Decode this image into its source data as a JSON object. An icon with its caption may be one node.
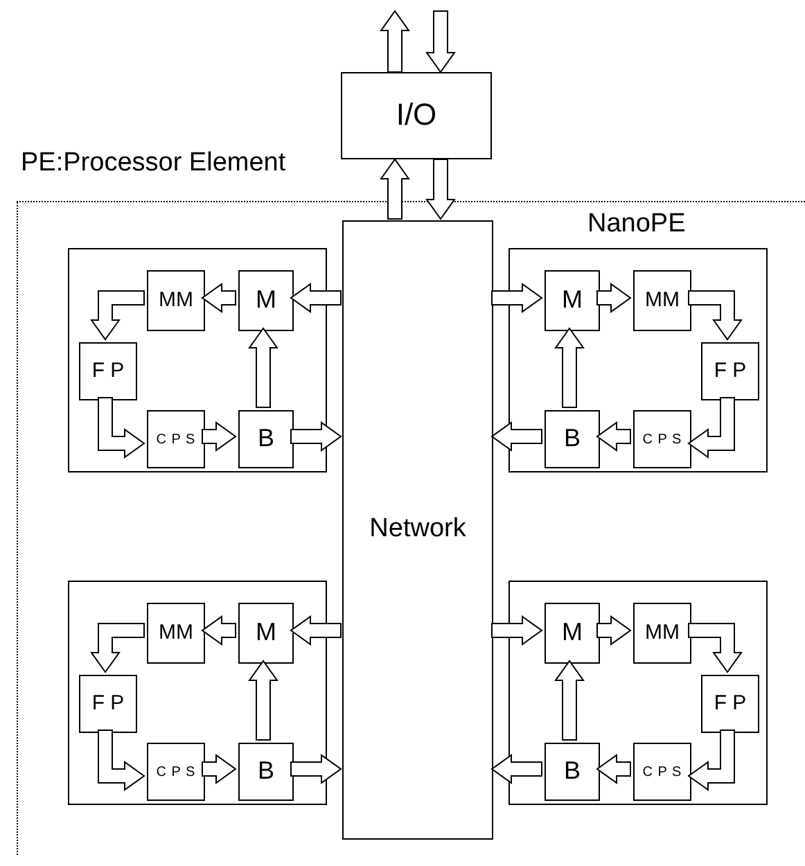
{
  "diagram": {
    "nodes": [
      {
        "text": [
          "I/O"
        ]
      },
      {
        "text": [
          "PE:Processor Element"
        ]
      },
      {
        "text": [
          "Network"
        ],
        "in": 1
      },
      {
        "text": [],
        "shape": "box",
        "in": 1
      },
      {
        "text": [
          "M"
        ],
        "in": 3
      },
      {
        "text": [
          "MM"
        ],
        "in": 3
      },
      {
        "text": [
          "F P"
        ],
        "in": 3
      },
      {
        "text": [
          "C P S"
        ],
        "in": 3
      },
      {
        "text": [
          "B"
        ],
        "in": 3
      },
      {
        "text": [
          "NanoPE"
        ],
        "in": 1
      },
      {
        "text": [
          "M"
        ],
        "in": 9
      },
      {
        "text": [
          "MM"
        ],
        "in": 9
      },
      {
        "text": [
          "F P"
        ],
        "in": 9
      },
      {
        "text": [
          "C P S"
        ],
        "in": 9
      },
      {
        "text": [
          "B"
        ],
        "in": 9
      },
      {
        "text": [],
        "shape": "box",
        "in": 1
      },
      {
        "text": [
          "M"
        ],
        "in": 15
      },
      {
        "text": [
          "MM"
        ],
        "in": 15
      },
      {
        "text": [
          "F P"
        ],
        "in": 15
      },
      {
        "text": [
          "C P S"
        ],
        "in": 15
      },
      {
        "text": [
          "B"
        ],
        "in": 15
      },
      {
        "text": [],
        "shape": "box",
        "in": 1
      },
      {
        "text": [
          "M"
        ],
        "in": 21
      },
      {
        "text": [
          "MM"
        ],
        "in": 21
      },
      {
        "text": [
          "F P"
        ],
        "in": 21
      },
      {
        "text": [
          "C P S"
        ],
        "in": 21
      },
      {
        "text": [
          "B"
        ],
        "in": 21
      }
    ],
    "edges": [
      {
        "from": 0,
        "to": null,
        "arrow": "to"
      },
      {
        "from": null,
        "to": 0,
        "arrow": "to"
      },
      {
        "from": 2,
        "to": 0,
        "arrow": "to"
      },
      {
        "from": 0,
        "to": 2,
        "arrow": "to"
      },
      {
        "from": 2,
        "to": 4,
        "arrow": "to"
      },
      {
        "from": 4,
        "to": 5,
        "arrow": "to"
      },
      {
        "from": 5,
        "to": 6,
        "arrow": "to"
      },
      {
        "from": 6,
        "to": 7,
        "arrow": "to"
      },
      {
        "from": 7,
        "to": 8,
        "arrow": "to"
      },
      {
        "from": 8,
        "to": 4,
        "arrow": "to"
      },
      {
        "from": 8,
        "to": 2,
        "arrow": "to"
      },
      {
        "from": 2,
        "to": 10,
        "arrow": "to"
      },
      {
        "from": 10,
        "to": 11,
        "arrow": "to"
      },
      {
        "from": 11,
        "to": 12,
        "arrow": "to"
      },
      {
        "from": 12,
        "to": 13,
        "arrow": "to"
      },
      {
        "from": 13,
        "to": 14,
        "arrow": "to"
      },
      {
        "from": 14,
        "to": 10,
        "arrow": "to"
      },
      {
        "from": 14,
        "to": 2,
        "arrow": "to"
      },
      {
        "from": 2,
        "to": 16,
        "arrow": "to"
      },
      {
        "from": 16,
        "to": 17,
        "arrow": "to"
      },
      {
        "from": 17,
        "to": 18,
        "arrow": "to"
      },
      {
        "from": 18,
        "to": 19,
        "arrow": "to"
      },
      {
        "from": 19,
        "to": 20,
        "arrow": "to"
      },
      {
        "from": 20,
        "to": 16,
        "arrow": "to"
      },
      {
        "from": 20,
        "to": 2,
        "arrow": "to"
      },
      {
        "from": 2,
        "to": 22,
        "arrow": "to"
      },
      {
        "from": 22,
        "to": 23,
        "arrow": "to"
      },
      {
        "from": 23,
        "to": 24,
        "arrow": "to"
      },
      {
        "from": 24,
        "to": 25,
        "arrow": "to"
      },
      {
        "from": 25,
        "to": 26,
        "arrow": "to"
      },
      {
        "from": 26,
        "to": 22,
        "arrow": "to"
      },
      {
        "from": 26,
        "to": 2,
        "arrow": "to"
      }
    ]
  }
}
